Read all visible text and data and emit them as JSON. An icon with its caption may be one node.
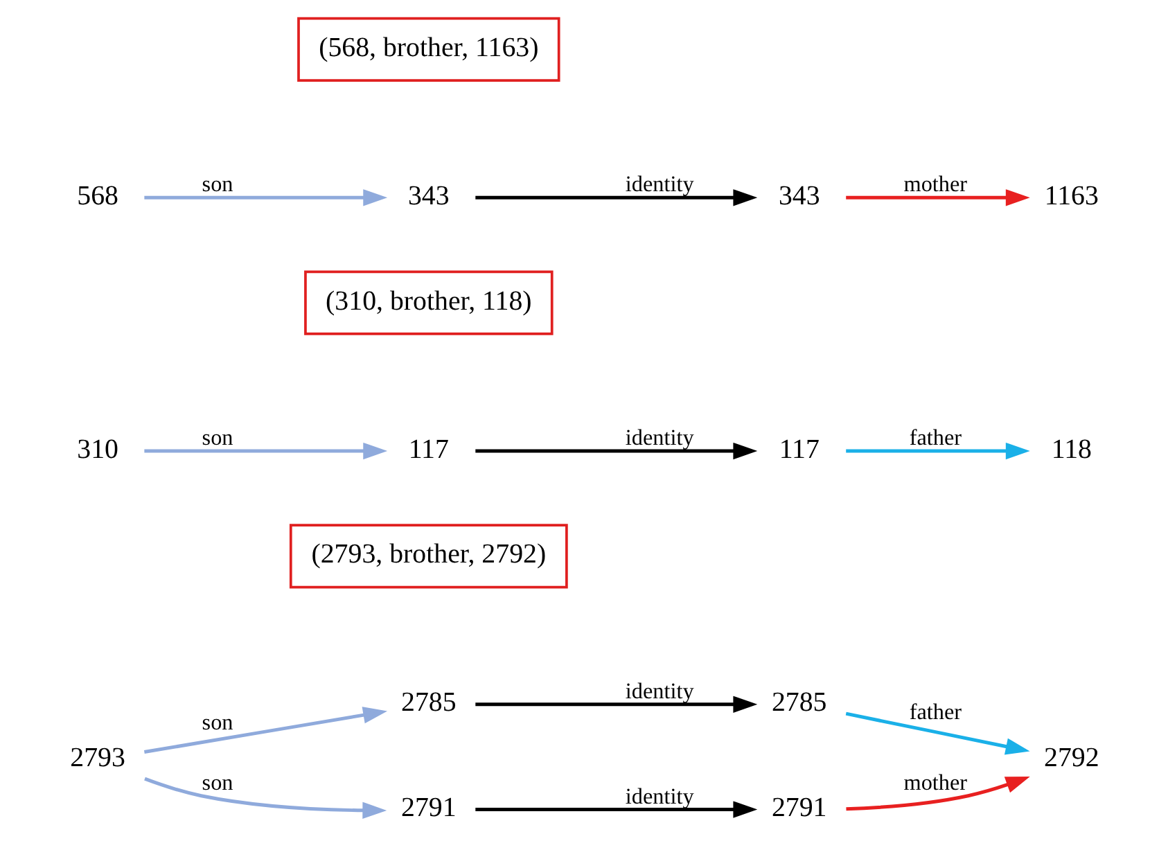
{
  "diagram": {
    "nodes": [
      {
        "text": [
          "(2793, brother, 2792)"
        ]
      },
      {
        "text": [
          "2793"
        ]
      },
      {
        "text": [
          "2785"
        ]
      },
      {
        "text": [
          "2785"
        ]
      },
      {
        "text": [
          "2792"
        ]
      },
      {
        "text": [
          "2791"
        ]
      },
      {
        "text": [
          "2791"
        ]
      },
      {
        "text": [
          "(310, brother, 118)"
        ]
      },
      {
        "text": [
          "310"
        ]
      },
      {
        "text": [
          "117"
        ]
      },
      {
        "text": [
          "117"
        ]
      },
      {
        "text": [
          "118"
        ]
      },
      {
        "text": [
          "(568, brother, 1163)"
        ]
      },
      {
        "text": [
          "568"
        ]
      },
      {
        "text": [
          "343"
        ]
      },
      {
        "text": [
          "343"
        ]
      },
      {
        "text": [
          "1163"
        ]
      }
    ],
    "edges": [
      {
        "from": 1,
        "to": 2,
        "arrow": "to",
        "label": "son",
        "color": "#8faadc"
      },
      {
        "from": 1,
        "to": 5,
        "arrow": "to",
        "label": "son",
        "color": "#8faadc"
      },
      {
        "from": 2,
        "to": 3,
        "arrow": "to",
        "label": "identity",
        "color": "#000000"
      },
      {
        "from": 5,
        "to": 6,
        "arrow": "to",
        "label": "identity",
        "color": "#000000"
      },
      {
        "from": 3,
        "to": 4,
        "arrow": "to",
        "label": "father",
        "color": "#1ab0e8"
      },
      {
        "from": 6,
        "to": 4,
        "arrow": "to",
        "label": "mother",
        "color": "#e82020"
      },
      {
        "from": 8,
        "to": 9,
        "arrow": "to",
        "label": "son",
        "color": "#8faadc"
      },
      {
        "from": 9,
        "to": 10,
        "arrow": "to",
        "label": "identity",
        "color": "#000000"
      },
      {
        "from": 10,
        "to": 11,
        "arrow": "to",
        "label": "father",
        "color": "#1ab0e8"
      },
      {
        "from": 13,
        "to": 14,
        "arrow": "to",
        "label": "son",
        "color": "#8faadc"
      },
      {
        "from": 14,
        "to": 15,
        "arrow": "to",
        "label": "identity",
        "color": "#000000"
      },
      {
        "from": 15,
        "to": 16,
        "arrow": "to",
        "label": "mother",
        "color": "#e82020"
      }
    ]
  }
}
